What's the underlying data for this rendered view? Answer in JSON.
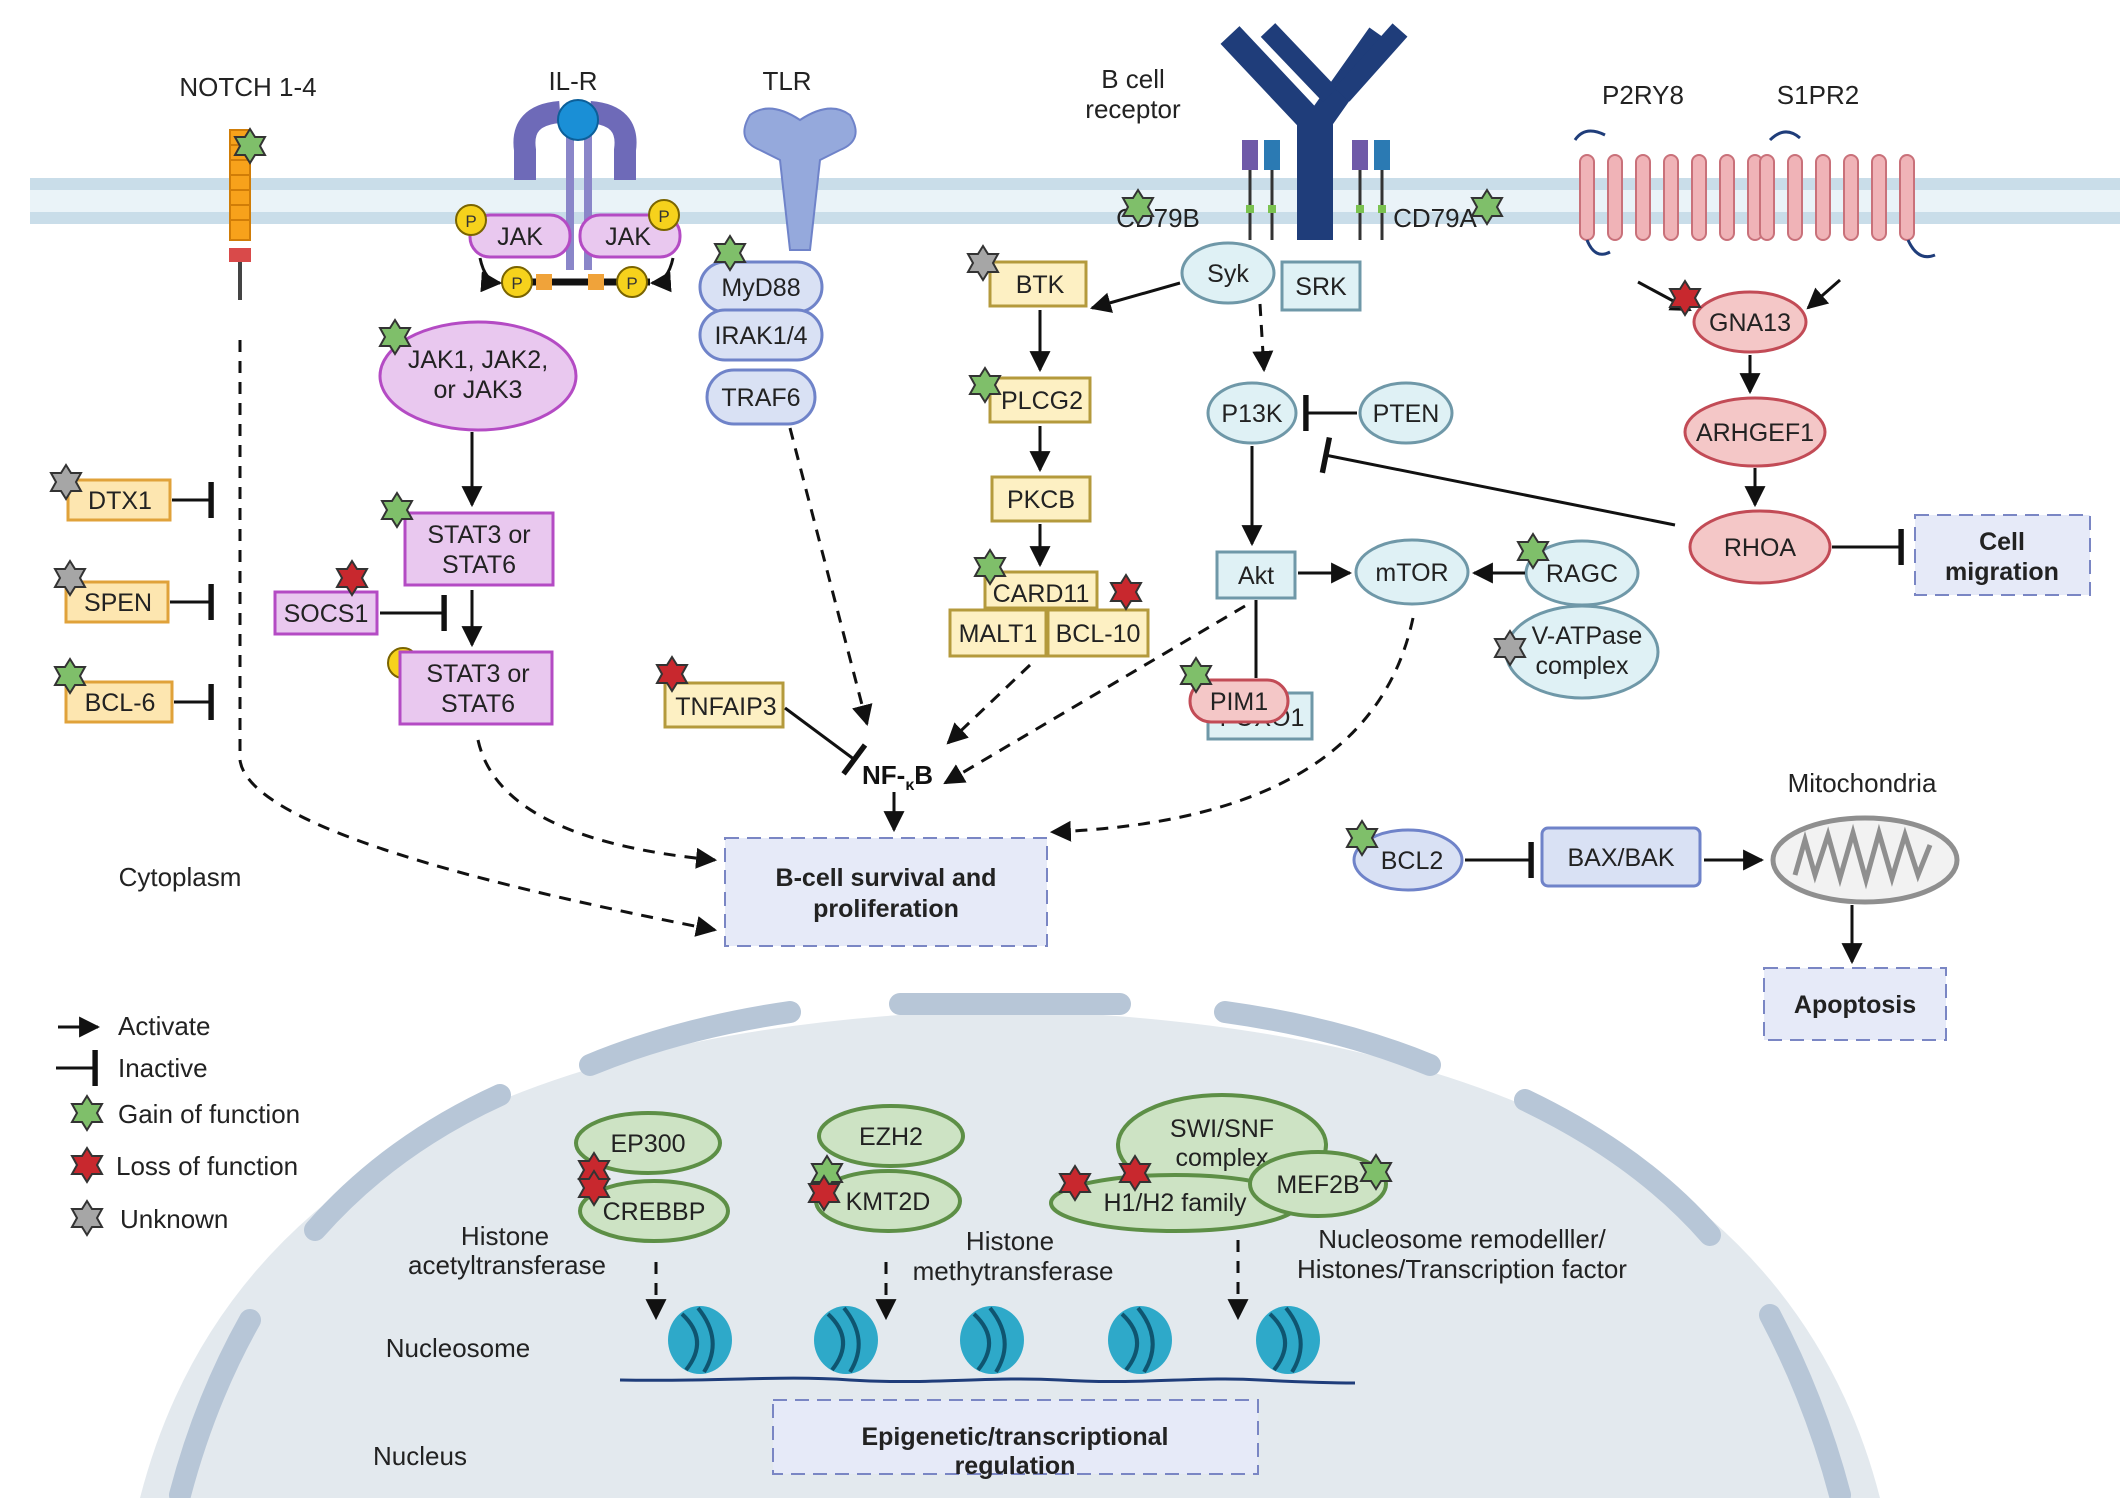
{
  "receptors": {
    "notch": "NOTCH 1-4",
    "ilr": "IL-R",
    "tlr": "TLR",
    "bcr_line1": "B cell",
    "bcr_line2": "receptor",
    "p2ry8": "P2RY8",
    "s1pr2": "S1PR2",
    "cd79b": "CD79B",
    "cd79a": "CD79A"
  },
  "phospho": "P",
  "nodes": {
    "jak": "JAK",
    "myd88": "MyD88",
    "irak": "IRAK1/4",
    "traf6": "TRAF6",
    "syk": "Syk",
    "srk": "SRK",
    "btk": "BTK",
    "gna13": "GNA13",
    "jak123_l1": "JAK1, JAK2,",
    "jak123_l2": "or JAK3",
    "plcg2": "PLCG2",
    "p13k": "P13K",
    "pten": "PTEN",
    "arhgef1": "ARHGEF1",
    "dtx1": "DTX1",
    "stat_l1": "STAT3 or",
    "stat_l2": "STAT6",
    "pkcb": "PKCB",
    "rhoa": "RHOA",
    "cell_migration_l1": "Cell",
    "cell_migration_l2": "migration",
    "spen": "SPEN",
    "socs1": "SOCS1",
    "akt": "Akt",
    "mtor": "mTOR",
    "ragc": "RAGC",
    "card11": "CARD11",
    "malt1": "MALT1",
    "bcl10": "BCL-10",
    "vatpase_l1": "V-ATPase",
    "vatpase_l2": "complex",
    "bcl6": "BCL-6",
    "tnfaip3": "TNFAIP3",
    "pim1": "PIM1",
    "foxo1_partial": "FOXO1",
    "nfkb_main": "NF-",
    "nfkb_sub": "κ",
    "nfkb_end": "B",
    "mitochondria": "Mitochondria",
    "bcl2": "BCL2",
    "baxbak": "BAX/BAK",
    "survival_l1": "B-cell survival and",
    "survival_l2": "proliferation",
    "apoptosis": "Apoptosis",
    "cytoplasm": "Cytoplasm"
  },
  "nucleus": {
    "ep300": "EP300",
    "crebbp": "CREBBP",
    "ezh2": "EZH2",
    "kmt2d": "KMT2D",
    "swisnf_l1": "SWI/SNF",
    "swisnf_l2": "complex",
    "h1h2": "H1/H2 family",
    "mef2b": "MEF2B",
    "hat_l1": "Histone",
    "hat_l2": "acetyltransferase",
    "hmt_l1": "Histone",
    "hmt_l2": "methytransferase",
    "remod_l1": "Nucleosome remodelller/",
    "remod_l2": "Histones/Transcription factor",
    "nucleosome": "Nucleosome",
    "nucleus": "Nucleus",
    "epi_l1": "Epigenetic/transcriptional",
    "epi_l2": "regulation"
  },
  "legend": {
    "activate": "Activate",
    "inactive": "Inactive",
    "gain": "Gain of function",
    "loss": "Loss of function",
    "unknown": "Unknown"
  },
  "colors": {
    "gain": "#7fbf6a",
    "loss": "#c8282e",
    "unknown": "#a6a6a6",
    "membrane": "#c9dde9",
    "jak_purple": "#e9c8ef",
    "jak_stroke": "#b44bc4",
    "tlr_blue": "#d9e1f4",
    "tlr_stroke": "#6f83c9",
    "bcr_navy": "#1f3d7a",
    "yellow": "#fdf0c3",
    "yellow_stroke": "#b49a3c",
    "orange_box": "#fde6b0",
    "orange_stroke": "#e0a23a",
    "lightblue": "#dff1f5",
    "lightblue_stroke": "#6f98a8",
    "pink": "#f4c7c7",
    "pink_stroke": "#c24b56",
    "green_nuc": "#cde3c4",
    "green_stroke": "#5d8f46",
    "outcome_fill": "#e6eaf8",
    "outcome_stroke": "#7a86c4",
    "nucleus_fill": "#e3e9ee",
    "nucleus_ring": "#b7c6d7",
    "nucleosome_blue": "#2ea9c9"
  }
}
